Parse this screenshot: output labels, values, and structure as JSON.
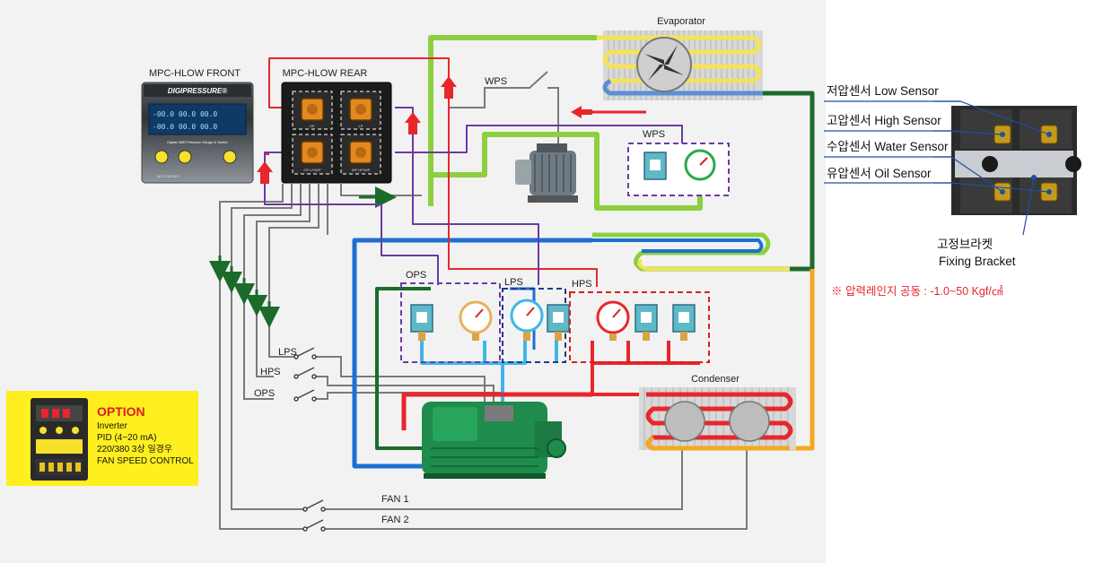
{
  "labels": {
    "front_title": "MPC-HLOW  FRONT",
    "rear_title": "MPC-HLOW  REAR",
    "front_brand": "DIGIPRESSURE®",
    "front_sub": "Digital 3MR Pressure Gauge & Switch",
    "front_series": "MPC-SERIES",
    "rear_port_1": "HP",
    "rear_port_2": "LP",
    "rear_port_3": "OP LP/WP",
    "rear_port_4": "WP HP/WP",
    "lcd_row_1": "-00.0 00.0 00.0",
    "lcd_row_2": "-00.0 00.0 00.0",
    "evaporator": "Evaporator",
    "condenser": "Condenser",
    "wps_switch": "WPS",
    "wps_group": "WPS",
    "ops_group": "OPS",
    "lps_group": "LPS",
    "hps_group": "HPS",
    "relay_lps": "LPS",
    "relay_hps": "HPS",
    "relay_ops": "OPS",
    "fan1": "FAN 1",
    "fan2": "FAN 2"
  },
  "bracket": {
    "sensors": [
      "저압센서 Low Sensor",
      "고압센서 High Sensor",
      "수압센서 Water Sensor",
      "유압센서 Oil Sensor"
    ],
    "fixing_ko": "고정브라켓",
    "fixing_en": "Fixing Bracket"
  },
  "range_note": "※ 압력레인지 공동 : -1.0~50 Kgf/㎠",
  "option": {
    "title": "OPTION",
    "lines": [
      "Inverter",
      "PID (4~20 mA)",
      "220/380 3상 일경우",
      "FAN SPEED CONTROL"
    ]
  },
  "colors": {
    "red_line": "#e8262c",
    "blue_line": "#1e6fd1",
    "light_blue_line": "#3fb6ea",
    "green_line": "#8dcf3f",
    "dark_green_line": "#1b6b2a",
    "purple_line": "#6b3aa6",
    "orange_line": "#f5a623",
    "yellow_panel": "#ffef1f",
    "compressor": "#1f8b4c"
  }
}
